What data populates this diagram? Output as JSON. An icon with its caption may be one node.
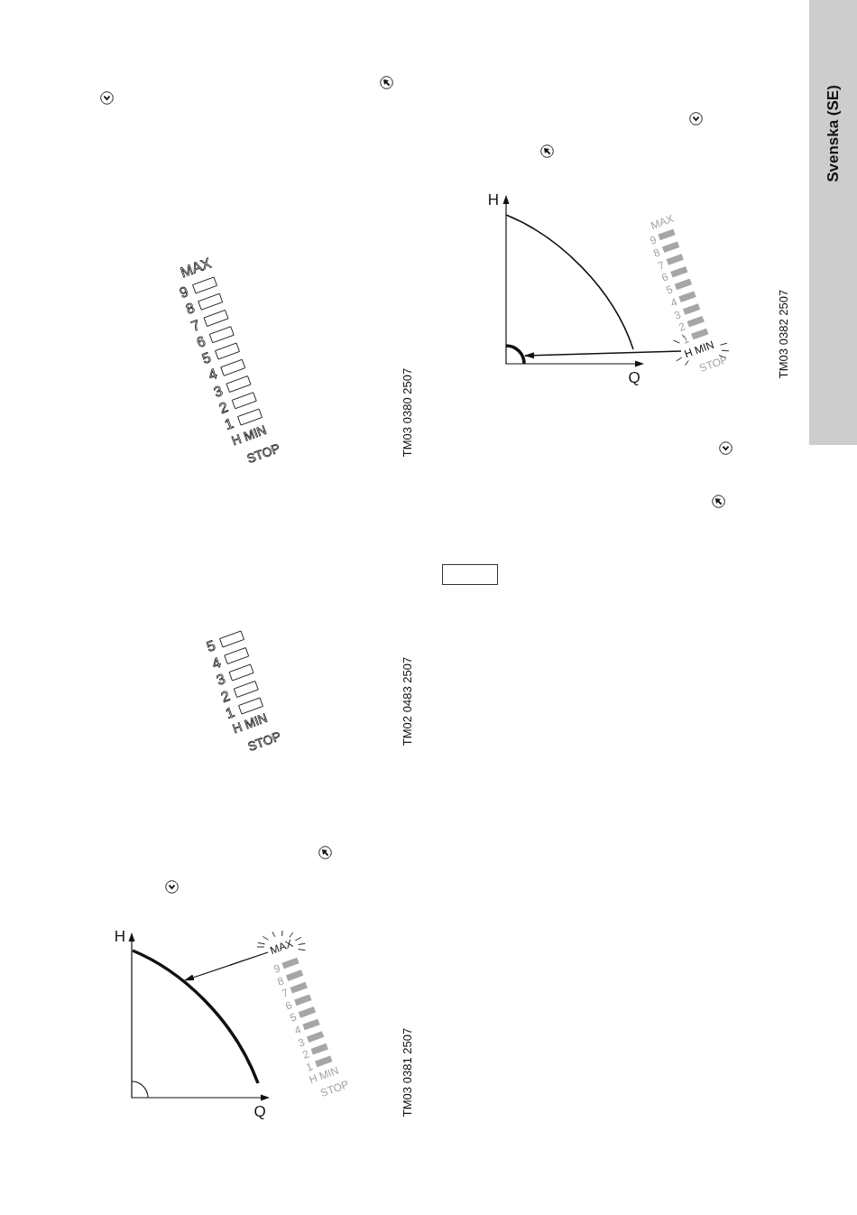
{
  "diagram": {
    "nodes": [
      {
        "text": [
          "MAX"
        ]
      },
      {
        "text": [],
        "shape": "curve"
      },
      {
        "text": [
          "H MIN"
        ]
      },
      {
        "text": [],
        "shape": "arc"
      }
    ],
    "edges": [
      {
        "from": 0,
        "to": 1,
        "arrow": "to"
      },
      {
        "from": 2,
        "to": 3,
        "arrow": "to"
      }
    ],
    "labels": [
      "MAX",
      "9",
      "8",
      "7",
      "6",
      "5",
      "4",
      "3",
      "2",
      "1",
      "H MIN",
      "STOP",
      "TM03 0380 2507",
      "5",
      "4",
      "3",
      "2",
      "1",
      "H MIN",
      "STOP",
      "TM02 0483 2507",
      "H",
      "Q",
      "9",
      "8",
      "7",
      "6",
      "5",
      "4",
      "3",
      "2",
      "1",
      "H MIN",
      "STOP",
      "TM03 0381 2507",
      "H",
      "Q",
      "MAX",
      "9",
      "8",
      "7",
      "6",
      "5",
      "4",
      "3",
      "2",
      "1",
      "STOP",
      "TM03 0382 2507",
      "Svenska (SE)"
    ]
  }
}
